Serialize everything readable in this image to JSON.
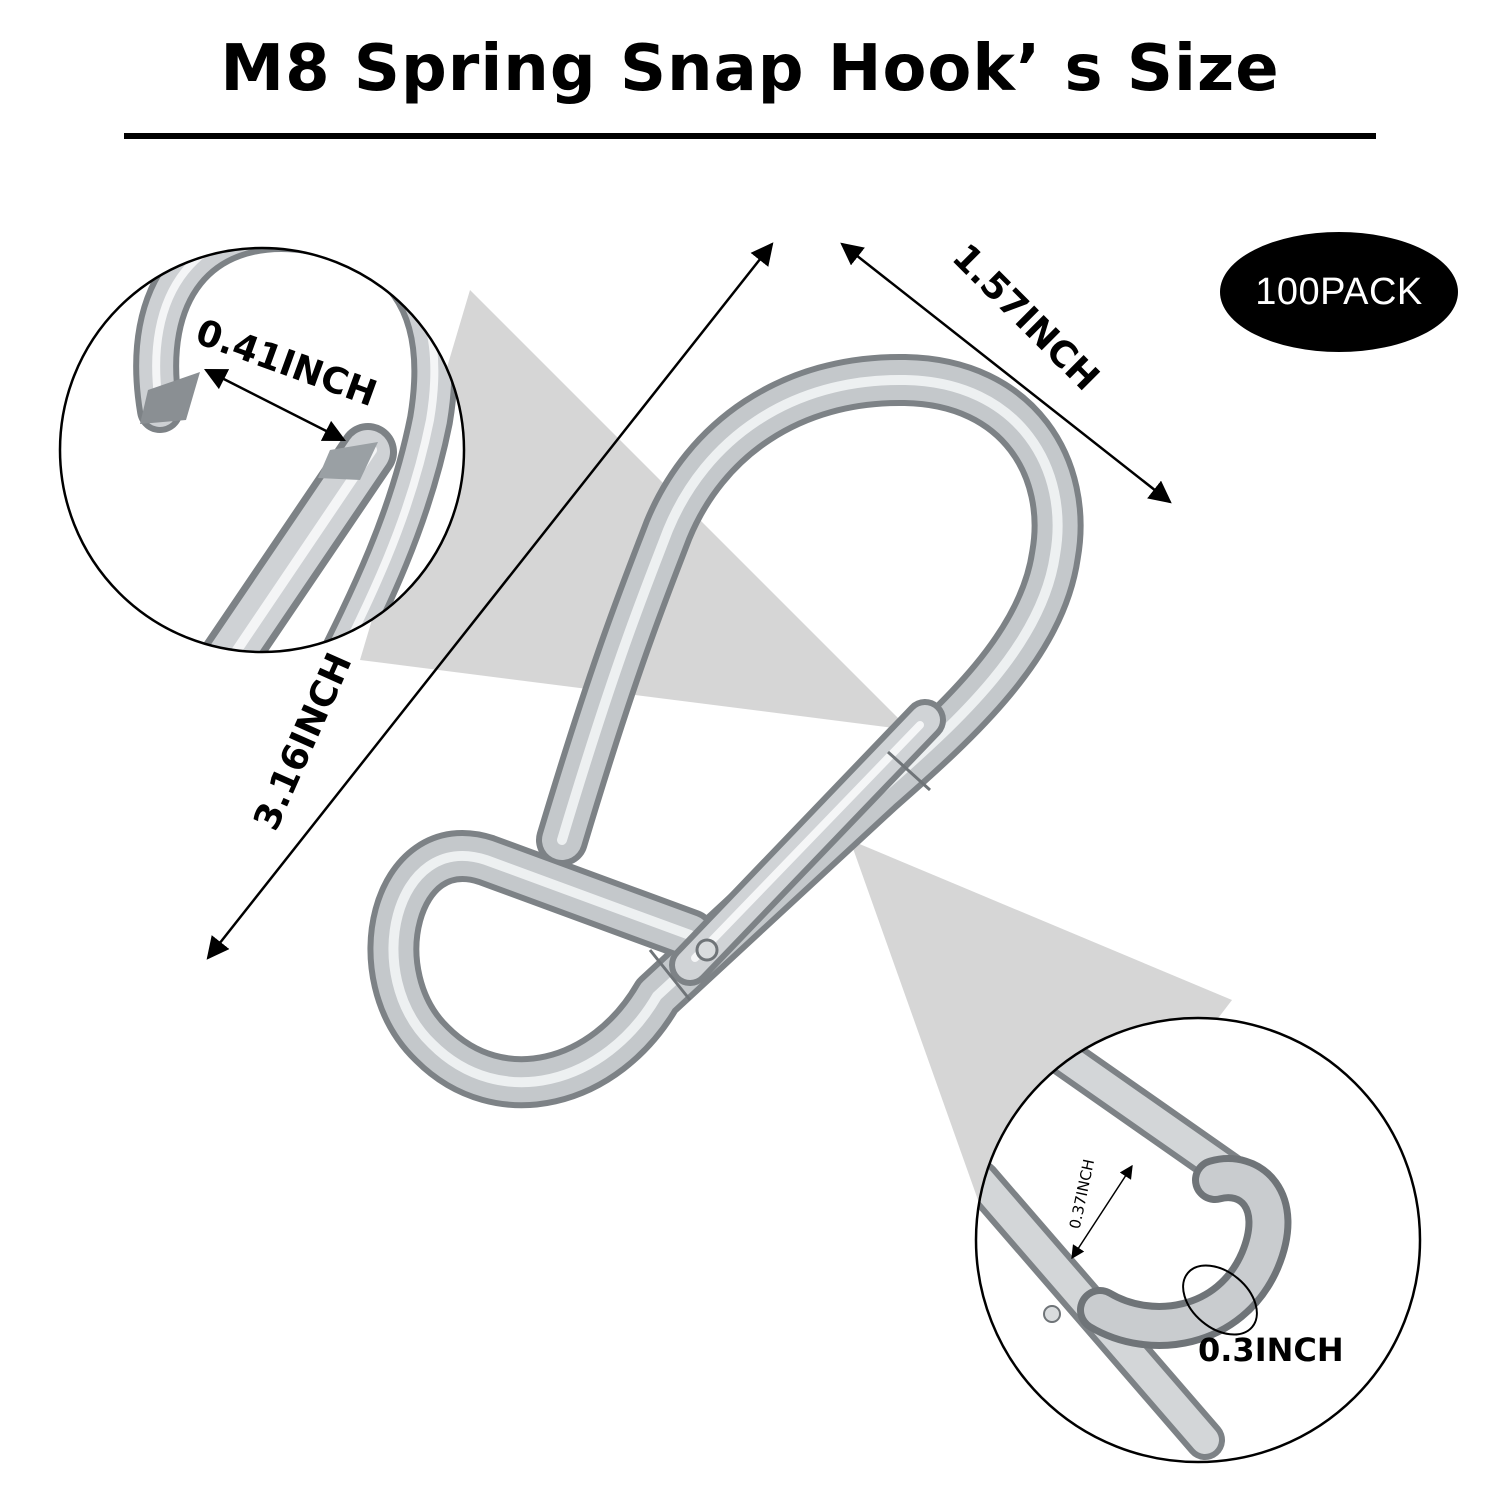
{
  "title": "M8 Spring Snap Hook’ s Size",
  "pack_badge": "100PACK",
  "dimensions": {
    "length": "3.16INCH",
    "width": "1.57INCH",
    "gate_opening": "0.41INCH",
    "eye_inner": "0.37INCH",
    "wire_diameter": "0.3INCH"
  },
  "colors": {
    "background": "#ffffff",
    "text": "#000000",
    "badge_fill": "#000000",
    "badge_text": "#ffffff",
    "metal": "#bfc3c6",
    "metal_highlight": "#f2f4f5",
    "metal_shadow": "#7d8286",
    "callout_shadow": "#cfcfcf"
  }
}
